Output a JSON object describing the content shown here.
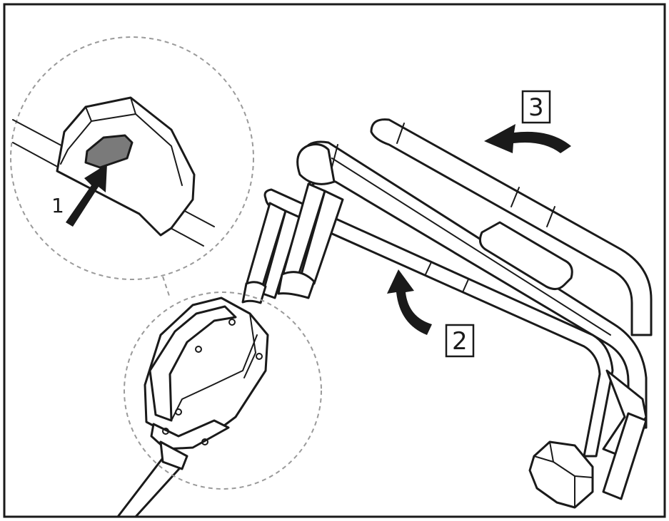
{
  "step_labels": {
    "step_1": "1",
    "step_2": "2",
    "step_3": "3"
  },
  "colors": {
    "line": "#1a1a1a",
    "button_fill": "#7a7a7a",
    "guide_circle": "#9a9a9a",
    "background": "#ffffff"
  },
  "icons": {
    "step_1": "arrow-up-right",
    "step_2": "curved-arrow-up",
    "step_3": "curved-arrow-left"
  }
}
